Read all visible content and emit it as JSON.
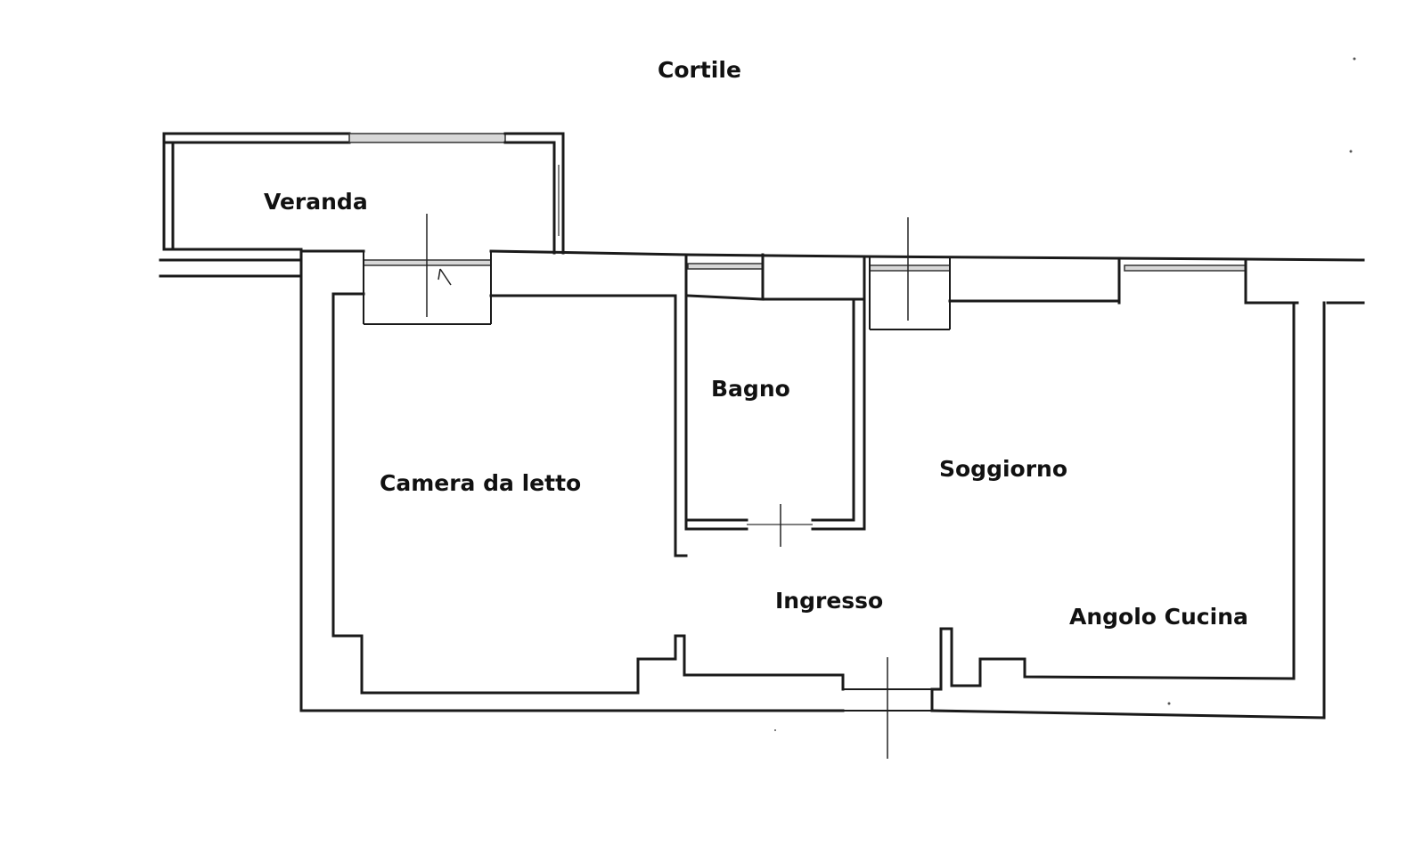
{
  "plan": {
    "outside_label": "Cortile",
    "rooms": {
      "veranda": "Veranda",
      "bedroom": "Camera da letto",
      "bathroom": "Bagno",
      "living": "Soggiorno",
      "entrance": "Ingresso",
      "kitchen": "Angolo Cucina"
    }
  },
  "colors": {
    "walls": "#1a1a1a",
    "background": "#ffffff"
  }
}
